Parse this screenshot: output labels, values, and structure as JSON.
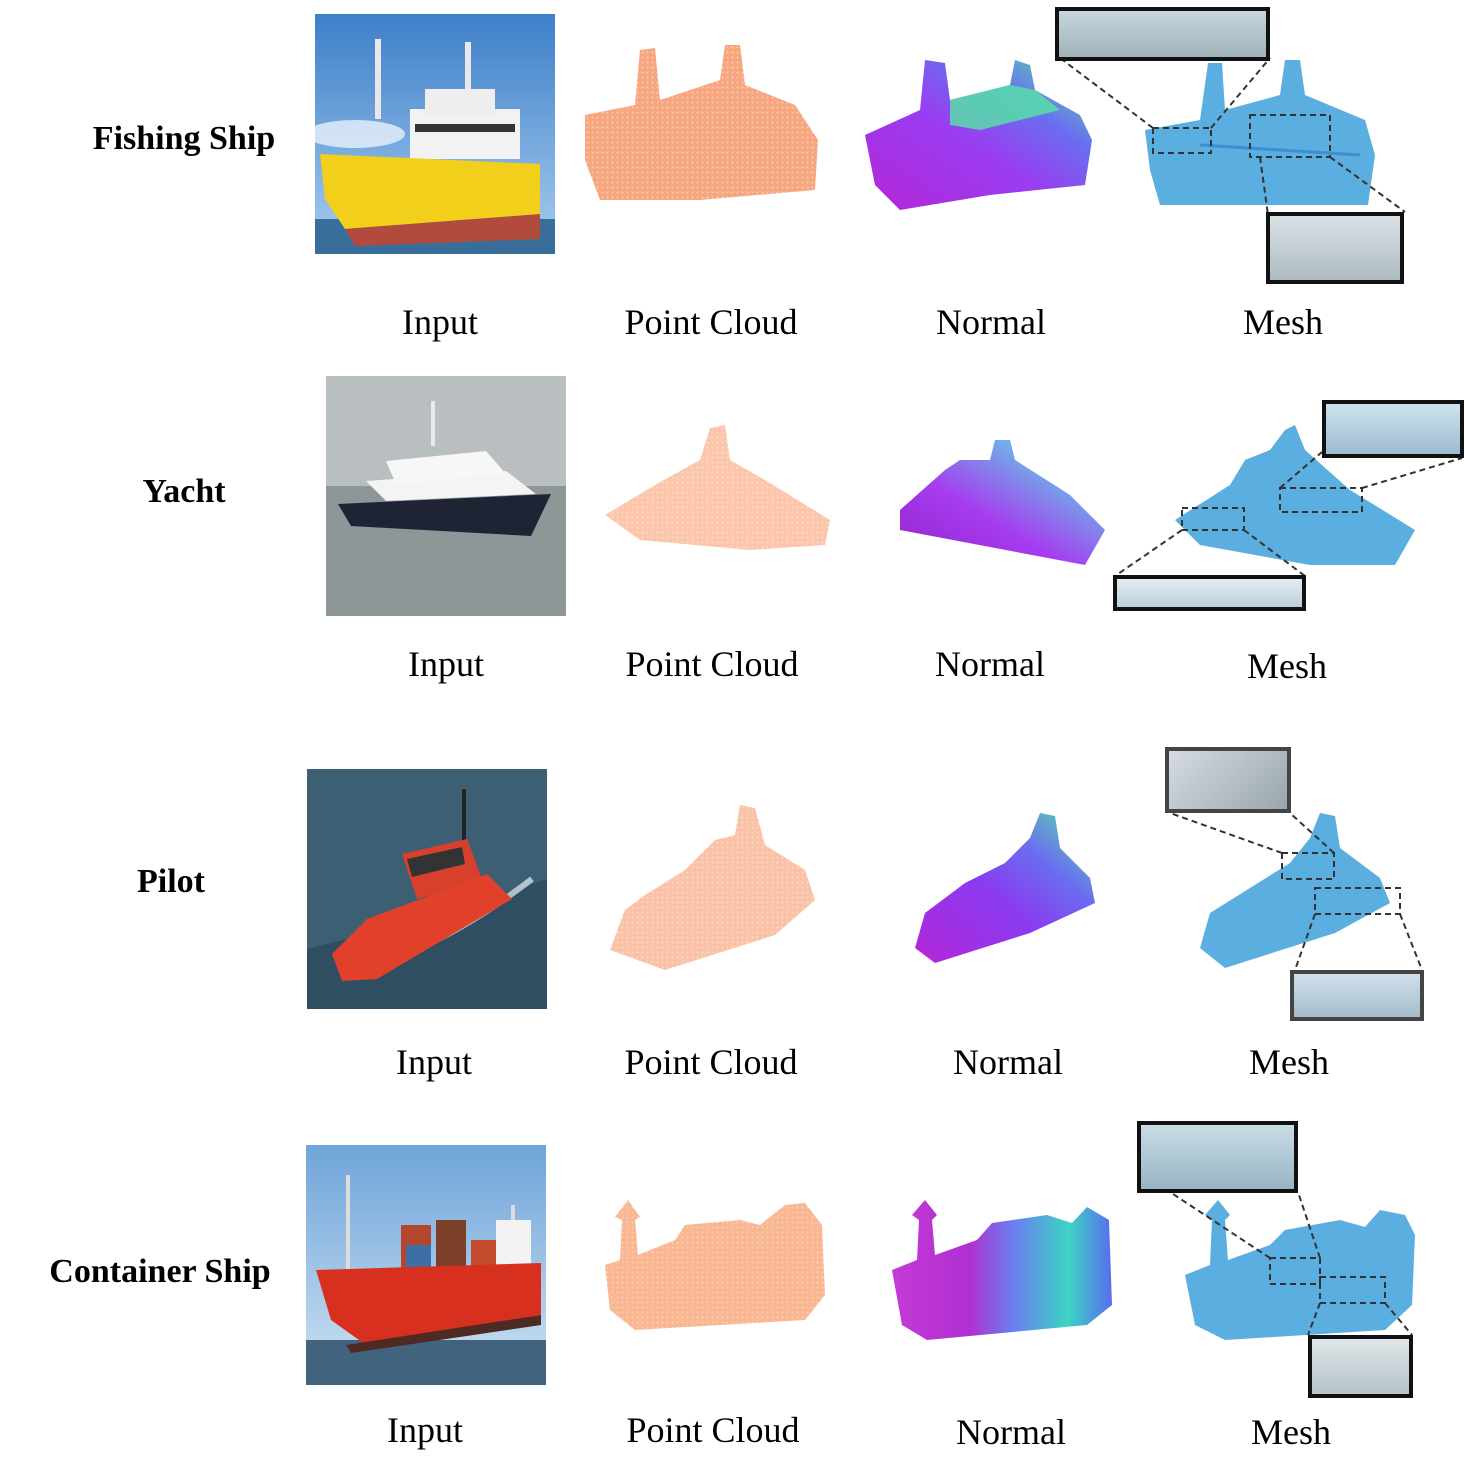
{
  "rows": [
    {
      "label": "Fishing Ship",
      "captions": {
        "input": "Input",
        "point_cloud": "Point Cloud",
        "normal": "Normal",
        "mesh": "Mesh"
      }
    },
    {
      "label": "Yacht",
      "captions": {
        "input": "Input",
        "point_cloud": "Point Cloud",
        "normal": "Normal",
        "mesh": "Mesh"
      }
    },
    {
      "label": "Pilot",
      "captions": {
        "input": "Input",
        "point_cloud": "Point Cloud",
        "normal": "Normal",
        "mesh": "Mesh"
      }
    },
    {
      "label": "Container Ship",
      "captions": {
        "input": "Input",
        "point_cloud": "Point Cloud",
        "normal": "Normal",
        "mesh": "Mesh"
      }
    }
  ],
  "colors": {
    "point_cloud": "#f7a77f",
    "mesh": "#5aaee0",
    "normal_magenta": "#b426d8",
    "normal_green": "#55e6a5",
    "normal_blue": "#6a6ef0"
  }
}
